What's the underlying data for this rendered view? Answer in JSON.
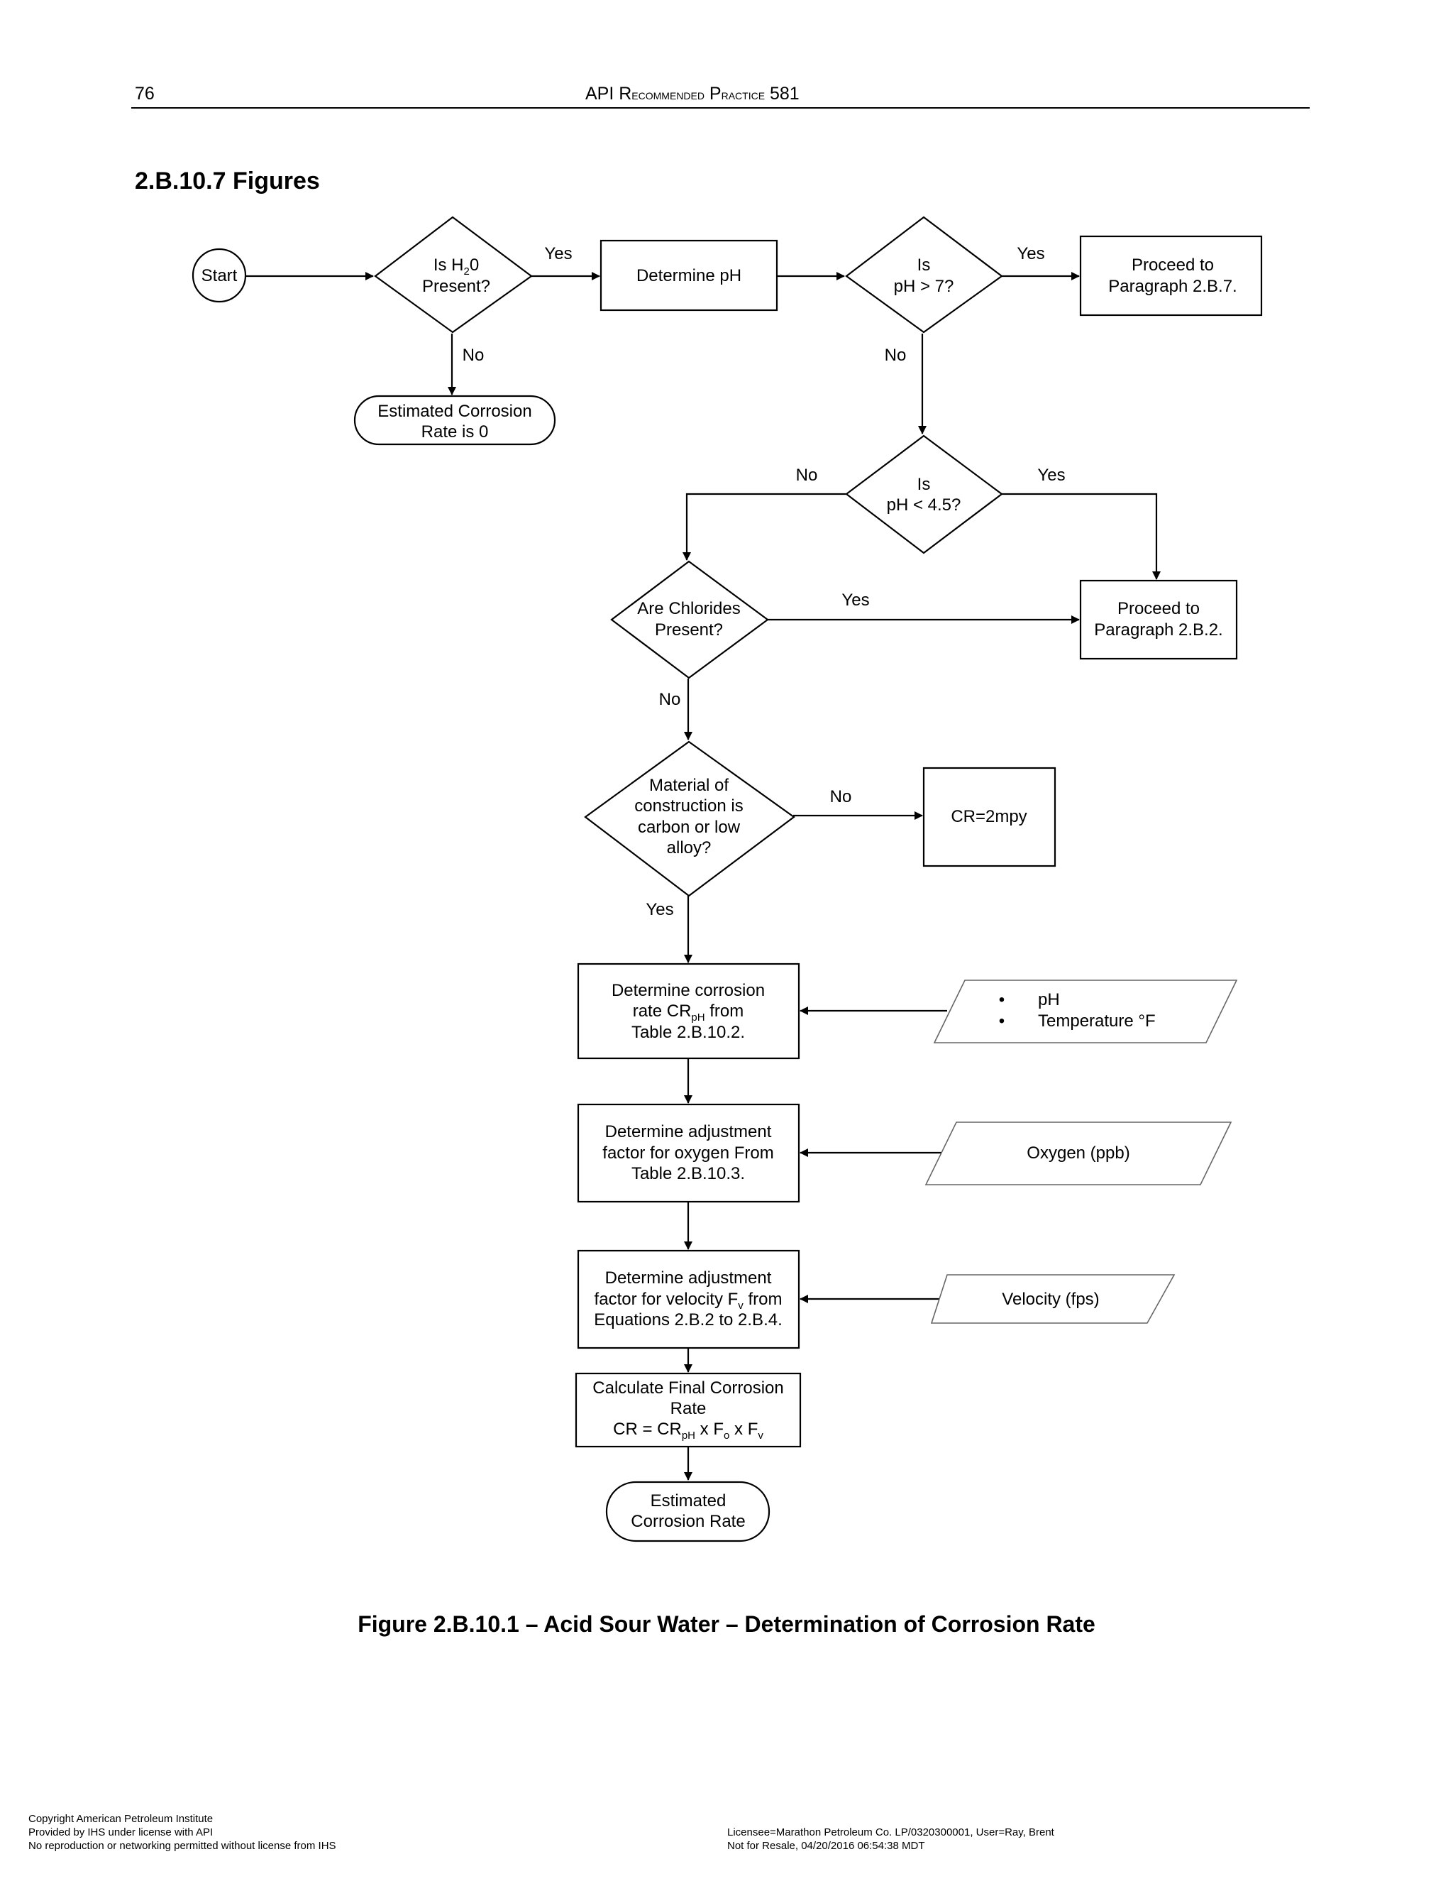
{
  "header": {
    "page_number": "76",
    "doc_title_lead": "API R",
    "doc_title_rest": "ecommended",
    "doc_title_p": " P",
    "doc_title_ractice": "ractice",
    "doc_title_num": " 581"
  },
  "section_title": "2.B.10.7 Figures",
  "flow": {
    "start": "Start",
    "h2o": [
      "Is H",
      "2",
      "0",
      "Present?"
    ],
    "determine_ph": "Determine pH",
    "ph_gt7": [
      "Is",
      "pH > 7?"
    ],
    "proceed_b7": [
      "Proceed to",
      "Paragraph 2.B.7."
    ],
    "est_zero": [
      "Estimated Corrosion",
      "Rate is 0"
    ],
    "ph_lt45": [
      "Is",
      "pH < 4.5?"
    ],
    "chlorides": [
      "Are Chlorides",
      "Present?"
    ],
    "proceed_b2": [
      "Proceed to",
      "Paragraph 2.B.2."
    ],
    "material": [
      "Material of",
      "construction is",
      "carbon or low",
      "alloy?"
    ],
    "cr2": "CR=2mpy",
    "det_cr": [
      "Determine corrosion",
      "rate CR",
      "pH",
      " from",
      "Table 2.B.10.2."
    ],
    "inputs_ph": [
      "pH",
      "Temperature  °F"
    ],
    "bullet": "•",
    "det_oxygen": [
      "Determine adjustment",
      "factor for oxygen From",
      "Table 2.B.10.3."
    ],
    "oxygen": "Oxygen (ppb)",
    "det_velocity": [
      "Determine adjustment",
      "factor for velocity F",
      "v",
      " from",
      "Equations 2.B.2 to 2.B.4."
    ],
    "velocity": "Velocity (fps)",
    "calc": [
      "Calculate Final Corrosion",
      "Rate",
      "CR = CR",
      "pH",
      " x F",
      "o",
      " x F",
      "v"
    ],
    "est_rate": [
      "Estimated",
      "Corrosion Rate"
    ],
    "yes": "Yes",
    "no": "No"
  },
  "caption": "Figure 2.B.10.1 – Acid Sour Water – Determination of Corrosion Rate",
  "footer_left": [
    "Copyright American Petroleum Institute",
    "Provided by IHS under license with API",
    "No reproduction or networking permitted without license from IHS"
  ],
  "footer_right": [
    "Licensee=Marathon Petroleum Co. LP/0320300001, User=Ray, Brent",
    "Not for Resale, 04/20/2016 06:54:38 MDT"
  ]
}
